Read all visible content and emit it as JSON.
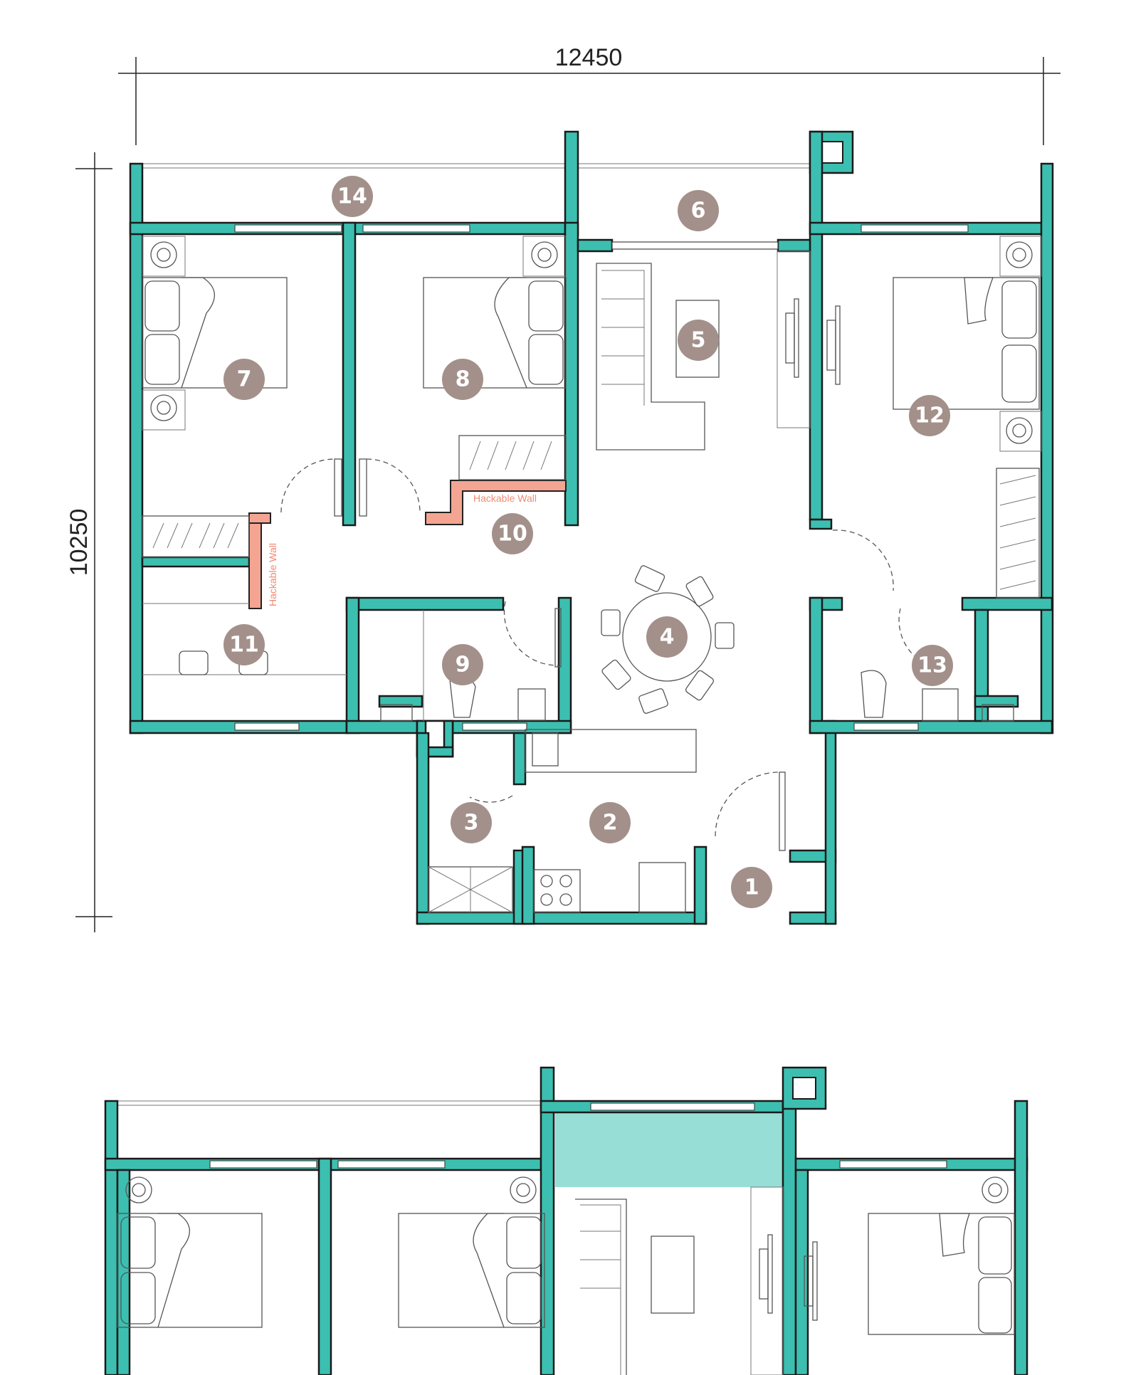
{
  "dimensions": {
    "width": "12450",
    "height": "10250"
  },
  "rooms": [
    {
      "id": "1"
    },
    {
      "id": "2"
    },
    {
      "id": "3"
    },
    {
      "id": "4"
    },
    {
      "id": "5"
    },
    {
      "id": "6"
    },
    {
      "id": "7"
    },
    {
      "id": "8"
    },
    {
      "id": "9"
    },
    {
      "id": "10"
    },
    {
      "id": "11"
    },
    {
      "id": "12"
    },
    {
      "id": "13"
    },
    {
      "id": "14"
    }
  ],
  "labels": {
    "hackable_wall_1": "Hackable Wall",
    "hackable_wall_2": "Hackable Wall"
  },
  "colors": {
    "wall": "#3cbfb0",
    "badge": "#a3908a",
    "hackable": "#f4a592",
    "hackable_text": "#ee8b74",
    "highlight": "#97ded6"
  }
}
